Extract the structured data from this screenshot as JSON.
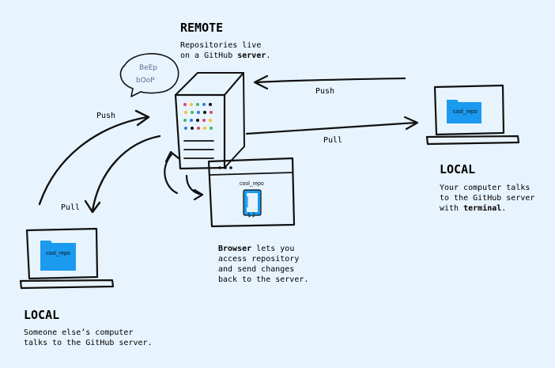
{
  "remote": {
    "heading": "REMOTE",
    "desc_line1": "Repositories live",
    "desc_line2_pre": "on a GitHub ",
    "desc_line2_bold": "server",
    "desc_line2_post": "."
  },
  "local_right": {
    "heading": "LOCAL",
    "desc_line1": "Your computer talks",
    "desc_line2": "to the GitHub server",
    "desc_line3_pre": "with ",
    "desc_line3_bold": "terminal",
    "desc_line3_post": "."
  },
  "local_left": {
    "heading": "LOCAL",
    "desc_line1": "Someone else’s computer",
    "desc_line2": "talks to the GitHub server."
  },
  "browser": {
    "desc_line1_bold": "Browser",
    "desc_line1_post": " lets you",
    "desc_line2": "access repository",
    "desc_line3": "and send changes",
    "desc_line4": "back to the server.",
    "repo_label": "cool_repo",
    "repo_icon": "book-icon"
  },
  "bubble": {
    "line1": "BeEp",
    "line2": "bOoP"
  },
  "arrows": {
    "push_left": "Push",
    "pull_left": "Pull",
    "push_right": "Push",
    "pull_right": "Pull"
  },
  "folders": {
    "right": "cool_repo",
    "left": "cool_repo"
  },
  "server_lights": [
    "#e0456b",
    "#f2c230",
    "#3fb86a",
    "#2f7fd6",
    "#111111"
  ],
  "colors": {
    "background": "#e8f4fd",
    "folder_blue": "#1a9bf0",
    "ink": "#111111"
  }
}
